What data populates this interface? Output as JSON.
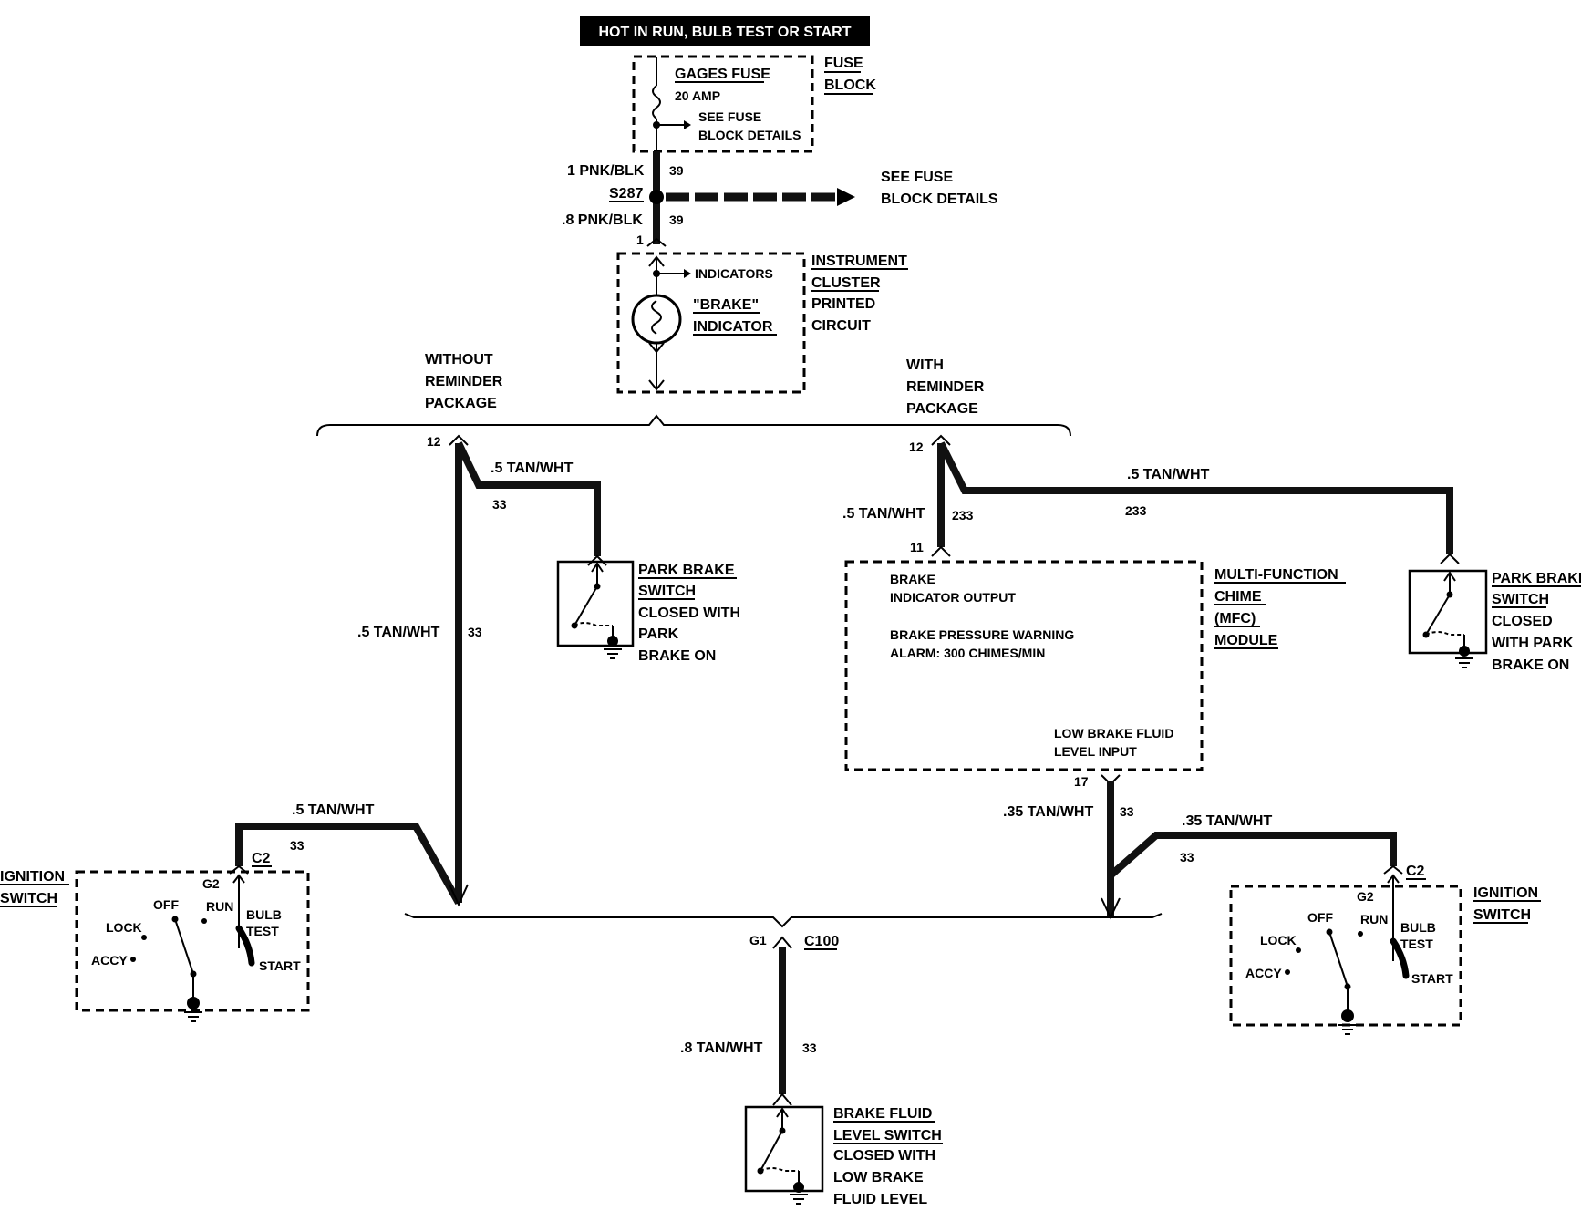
{
  "header": "HOT IN RUN, BULB TEST OR START",
  "fuse": {
    "name": "GAGES FUSE",
    "rating": "20 AMP",
    "details_l1": "SEE FUSE",
    "details_l2": "BLOCK DETAILS",
    "block_l1": "FUSE",
    "block_l2": "BLOCK"
  },
  "splice": {
    "wire_top": "1 PNK/BLK",
    "circuit_top": "39",
    "id": "S287",
    "wire_bottom": ".8 PNK/BLK",
    "circuit_bottom": "39",
    "details_l1": "SEE FUSE",
    "details_l2": "BLOCK DETAILS"
  },
  "cluster": {
    "pin_in": "1",
    "indicators": "INDICATORS",
    "brake_l1": "\"BRAKE\"",
    "brake_l2": "INDICATOR",
    "label_l1": "INSTRUMENT",
    "label_l2": "CLUSTER",
    "label_l3": "PRINTED",
    "label_l4": "CIRCUIT"
  },
  "variants": {
    "without_l1": "WITHOUT",
    "without_l2": "REMINDER",
    "without_l3": "PACKAGE",
    "with_l1": "WITH",
    "with_l2": "REMINDER",
    "with_l3": "PACKAGE"
  },
  "left": {
    "pin": "12",
    "wire_a": ".5 TAN/WHT",
    "circuit_a": "33",
    "wire_b": ".5 TAN/WHT",
    "circuit_b": "33",
    "wire_c": ".5 TAN/WHT",
    "circuit_c": "33",
    "park_l1": "PARK BRAKE",
    "park_l2": "SWITCH",
    "park_l3": "CLOSED WITH",
    "park_l4": "PARK",
    "park_l5": "BRAKE ON"
  },
  "right": {
    "pin": "12",
    "wire_a": ".5 TAN/WHT",
    "circuit_a": "233",
    "wire_b": ".5 TAN/WHT",
    "circuit_b": "233",
    "mfc_pin_in": "11",
    "mfc_pin_out": "17",
    "wire_c": ".35 TAN/WHT",
    "circuit_c": "33",
    "wire_d": ".35 TAN/WHT",
    "circuit_d": "33",
    "park_l1": "PARK BRAKE",
    "park_l2": "SWITCH",
    "park_l3": "CLOSED",
    "park_l4": "WITH PARK",
    "park_l5": "BRAKE ON"
  },
  "mfc": {
    "out_l1": "BRAKE",
    "out_l2": "INDICATOR OUTPUT",
    "alarm_l1": "BRAKE PRESSURE WARNING",
    "alarm_l2": "ALARM: 300 CHIMES/MIN",
    "input_l1": "LOW BRAKE FLUID",
    "input_l2": "LEVEL INPUT",
    "label_l1": "MULTI-FUNCTION",
    "label_l2": "CHIME",
    "label_l3": "(MFC)",
    "label_l4": "MODULE"
  },
  "ignition": {
    "label_l1": "IGNITION",
    "label_l2": "SWITCH",
    "connector": "C2",
    "pin": "G2",
    "off": "OFF",
    "run": "RUN",
    "lock": "LOCK",
    "accy": "ACCY",
    "bulb_l1": "BULB",
    "bulb_l2": "TEST",
    "start": "START"
  },
  "bottom": {
    "pin": "G1",
    "connector": "C100",
    "wire": ".8 TAN/WHT",
    "circuit": "33",
    "fluid_l1": "BRAKE FLUID",
    "fluid_l2": "LEVEL SWITCH",
    "fluid_l3": "CLOSED WITH",
    "fluid_l4": "LOW BRAKE",
    "fluid_l5": "FLUID LEVEL"
  }
}
